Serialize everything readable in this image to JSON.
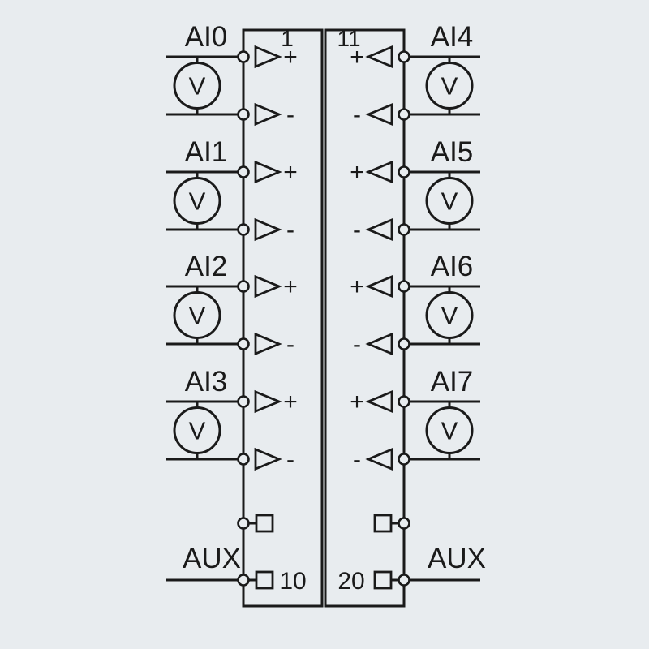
{
  "diagram": {
    "background": "#e8ecef",
    "line_color": "#1a1a1a",
    "source_label": "V",
    "polarity": {
      "plus": "+",
      "minus": "-"
    },
    "terminal_numbers": {
      "top_left": "1",
      "top_right": "11",
      "bottom_left": "10",
      "bottom_right": "20"
    },
    "aux": {
      "left_label": "AUX",
      "right_label": "AUX"
    },
    "channels": {
      "left": [
        {
          "label": "AI0"
        },
        {
          "label": "AI1"
        },
        {
          "label": "AI2"
        },
        {
          "label": "AI3"
        }
      ],
      "right": [
        {
          "label": "AI4"
        },
        {
          "label": "AI5"
        },
        {
          "label": "AI6"
        },
        {
          "label": "AI7"
        }
      ]
    }
  }
}
